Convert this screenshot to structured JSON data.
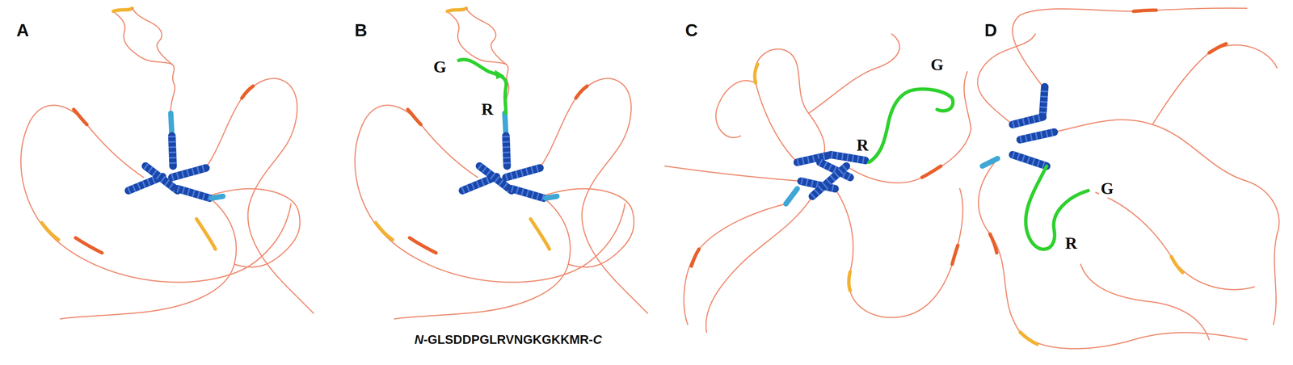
{
  "diagram": {
    "labels": [
      "A",
      "B",
      "C",
      "D",
      "G",
      "R",
      "G",
      "R",
      "G",
      "R",
      "N-GLSDDPGLRVNGKGKKMR-C"
    ]
  }
}
